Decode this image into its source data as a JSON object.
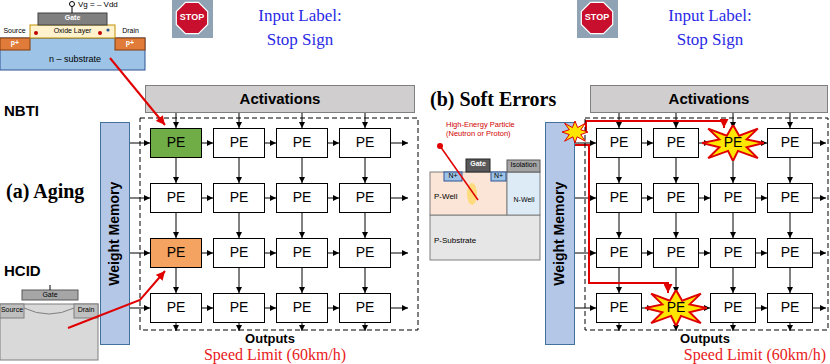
{
  "diagram": {
    "nodes": [
      {
        "text": [
          "Activations"
        ]
      },
      {
        "text": [
          "Weight Memory"
        ]
      },
      {
        "text": [
          "PE"
        ]
      },
      {
        "text": [
          "PE"
        ]
      },
      {
        "text": [
          "PE"
        ]
      },
      {
        "text": [
          "PE"
        ]
      },
      {
        "text": [
          "PE"
        ]
      },
      {
        "text": [
          "PE"
        ]
      },
      {
        "text": [
          "PE"
        ]
      },
      {
        "text": [
          "PE"
        ]
      },
      {
        "text": [
          "PE"
        ]
      },
      {
        "text": [
          "PE"
        ]
      },
      {
        "text": [
          "PE"
        ]
      },
      {
        "text": [
          "PE"
        ]
      },
      {
        "text": [
          "PE"
        ]
      },
      {
        "text": [
          "PE"
        ]
      },
      {
        "text": [
          "PE"
        ]
      },
      {
        "text": [
          "PE"
        ]
      },
      {
        "text": [
          "Activations"
        ]
      },
      {
        "text": [
          "Weight Memory"
        ]
      },
      {
        "text": [
          "PE"
        ]
      },
      {
        "text": [
          "PE"
        ]
      },
      {
        "text": [
          "PE"
        ]
      },
      {
        "text": [
          "PE"
        ]
      },
      {
        "text": [
          "PE"
        ]
      },
      {
        "text": [
          "PE"
        ]
      },
      {
        "text": [
          "PE"
        ]
      },
      {
        "text": [
          "PE"
        ]
      },
      {
        "text": [
          "PE"
        ]
      },
      {
        "text": [
          "PE"
        ]
      },
      {
        "text": [
          "PE"
        ]
      },
      {
        "text": [
          "PE"
        ]
      },
      {
        "text": [
          "PE"
        ]
      },
      {
        "text": [
          "PE"
        ]
      },
      {
        "text": [
          "PE"
        ]
      },
      {
        "text": [
          "PE"
        ]
      }
    ],
    "edges": [
      {
        "from": 0,
        "to": 2,
        "arrow": "to"
      },
      {
        "from": 0,
        "to": 3,
        "arrow": "to"
      },
      {
        "from": 0,
        "to": 4,
        "arrow": "to"
      },
      {
        "from": 0,
        "to": 5,
        "arrow": "to"
      },
      {
        "from": 1,
        "to": 2,
        "arrow": "to"
      },
      {
        "from": 1,
        "to": 6,
        "arrow": "to"
      },
      {
        "from": 1,
        "to": 10,
        "arrow": "to"
      },
      {
        "from": 1,
        "to": 14,
        "arrow": "to"
      },
      {
        "from": 2,
        "to": 3,
        "arrow": "to"
      },
      {
        "from": 3,
        "to": 4,
        "arrow": "to"
      },
      {
        "from": 4,
        "to": 5,
        "arrow": "to"
      },
      {
        "from": 6,
        "to": 7,
        "arrow": "to"
      },
      {
        "from": 7,
        "to": 8,
        "arrow": "to"
      },
      {
        "from": 8,
        "to": 9,
        "arrow": "to"
      },
      {
        "from": 10,
        "to": 11,
        "arrow": "to"
      },
      {
        "from": 11,
        "to": 12,
        "arrow": "to"
      },
      {
        "from": 12,
        "to": 13,
        "arrow": "to"
      },
      {
        "from": 14,
        "to": 15,
        "arrow": "to"
      },
      {
        "from": 15,
        "to": 16,
        "arrow": "to"
      },
      {
        "from": 16,
        "to": 17,
        "arrow": "to"
      },
      {
        "from": 2,
        "to": 6,
        "arrow": "to"
      },
      {
        "from": 3,
        "to": 7,
        "arrow": "to"
      },
      {
        "from": 4,
        "to": 8,
        "arrow": "to"
      },
      {
        "from": 5,
        "to": 9,
        "arrow": "to"
      },
      {
        "from": 6,
        "to": 10,
        "arrow": "to"
      },
      {
        "from": 7,
        "to": 11,
        "arrow": "to"
      },
      {
        "from": 8,
        "to": 12,
        "arrow": "to"
      },
      {
        "from": 9,
        "to": 13,
        "arrow": "to"
      },
      {
        "from": 10,
        "to": 14,
        "arrow": "to"
      },
      {
        "from": 11,
        "to": 15,
        "arrow": "to"
      },
      {
        "from": 12,
        "to": 16,
        "arrow": "to"
      },
      {
        "from": 13,
        "to": 17,
        "arrow": "to"
      },
      {
        "from": 18,
        "to": 20,
        "arrow": "to"
      },
      {
        "from": 18,
        "to": 21,
        "arrow": "to"
      },
      {
        "from": 18,
        "to": 22,
        "arrow": "to"
      },
      {
        "from": 18,
        "to": 23,
        "arrow": "to"
      },
      {
        "from": 19,
        "to": 20,
        "arrow": "to"
      },
      {
        "from": 19,
        "to": 24,
        "arrow": "to"
      },
      {
        "from": 19,
        "to": 28,
        "arrow": "to"
      },
      {
        "from": 19,
        "to": 32,
        "arrow": "to"
      },
      {
        "from": 20,
        "to": 21,
        "arrow": "to"
      },
      {
        "from": 21,
        "to": 22,
        "arrow": "to"
      },
      {
        "from": 22,
        "to": 23,
        "arrow": "to"
      },
      {
        "from": 24,
        "to": 25,
        "arrow": "to"
      },
      {
        "from": 25,
        "to": 26,
        "arrow": "to"
      },
      {
        "from": 26,
        "to": 27,
        "arrow": "to"
      },
      {
        "from": 28,
        "to": 29,
        "arrow": "to"
      },
      {
        "from": 29,
        "to": 30,
        "arrow": "to"
      },
      {
        "from": 30,
        "to": 31,
        "arrow": "to"
      },
      {
        "from": 32,
        "to": 33,
        "arrow": "to"
      },
      {
        "from": 33,
        "to": 34,
        "arrow": "to"
      },
      {
        "from": 34,
        "to": 35,
        "arrow": "to"
      },
      {
        "from": 20,
        "to": 24,
        "arrow": "to"
      },
      {
        "from": 21,
        "to": 25,
        "arrow": "to"
      },
      {
        "from": 22,
        "to": 26,
        "arrow": "to"
      },
      {
        "from": 23,
        "to": 27,
        "arrow": "to"
      },
      {
        "from": 24,
        "to": 28,
        "arrow": "to"
      },
      {
        "from": 25,
        "to": 29,
        "arrow": "to"
      },
      {
        "from": 26,
        "to": 30,
        "arrow": "to"
      },
      {
        "from": 27,
        "to": 31,
        "arrow": "to"
      },
      {
        "from": 28,
        "to": 32,
        "arrow": "to"
      },
      {
        "from": 29,
        "to": 33,
        "arrow": "to"
      },
      {
        "from": 30,
        "to": 34,
        "arrow": "to"
      },
      {
        "from": 31,
        "to": 35,
        "arrow": "to"
      },
      {
        "from": 19,
        "to": 22,
        "arrow": "to"
      },
      {
        "from": 19,
        "to": 33,
        "arrow": "to"
      }
    ],
    "labels": [
      "NBTI",
      "(a) Aging",
      "HCID",
      "(b) Soft Errors",
      "STOP",
      "Input Label: Stop Sign",
      "Outputs",
      "Speed Limit (60km/h)",
      "STOP",
      "Input Label: Stop Sign",
      "Outputs",
      "Speed Limit (60km/h)",
      "Gate",
      "Oxide Layer",
      "Source",
      "Drain",
      "n – substrate",
      "p+",
      "p+",
      "Vg = – Vdd",
      "Gate",
      "Source",
      "Drain",
      "High-Energy Particle (Neutron or Proton)",
      "Gate",
      "Isolation",
      "N+",
      "N+",
      "P-Well",
      "P-Substrate",
      "N-Well"
    ]
  }
}
